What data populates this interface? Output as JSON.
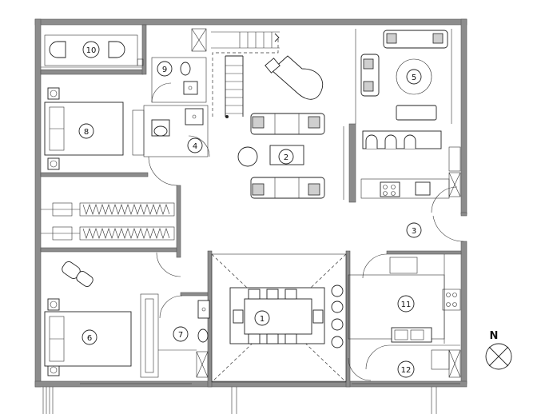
{
  "rooms": [
    {
      "id": "1",
      "label": "1"
    },
    {
      "id": "2",
      "label": "2"
    },
    {
      "id": "3",
      "label": "3"
    },
    {
      "id": "4",
      "label": "4"
    },
    {
      "id": "5",
      "label": "5"
    },
    {
      "id": "6",
      "label": "6"
    },
    {
      "id": "7",
      "label": "7"
    },
    {
      "id": "8",
      "label": "8"
    },
    {
      "id": "9",
      "label": "9"
    },
    {
      "id": "10",
      "label": "10"
    },
    {
      "id": "11",
      "label": "11"
    },
    {
      "id": "12",
      "label": "12"
    }
  ],
  "compass": {
    "letter": "N"
  },
  "colors": {
    "wall": "#8c8c8c",
    "line": "#222222",
    "background": "#ffffff"
  }
}
